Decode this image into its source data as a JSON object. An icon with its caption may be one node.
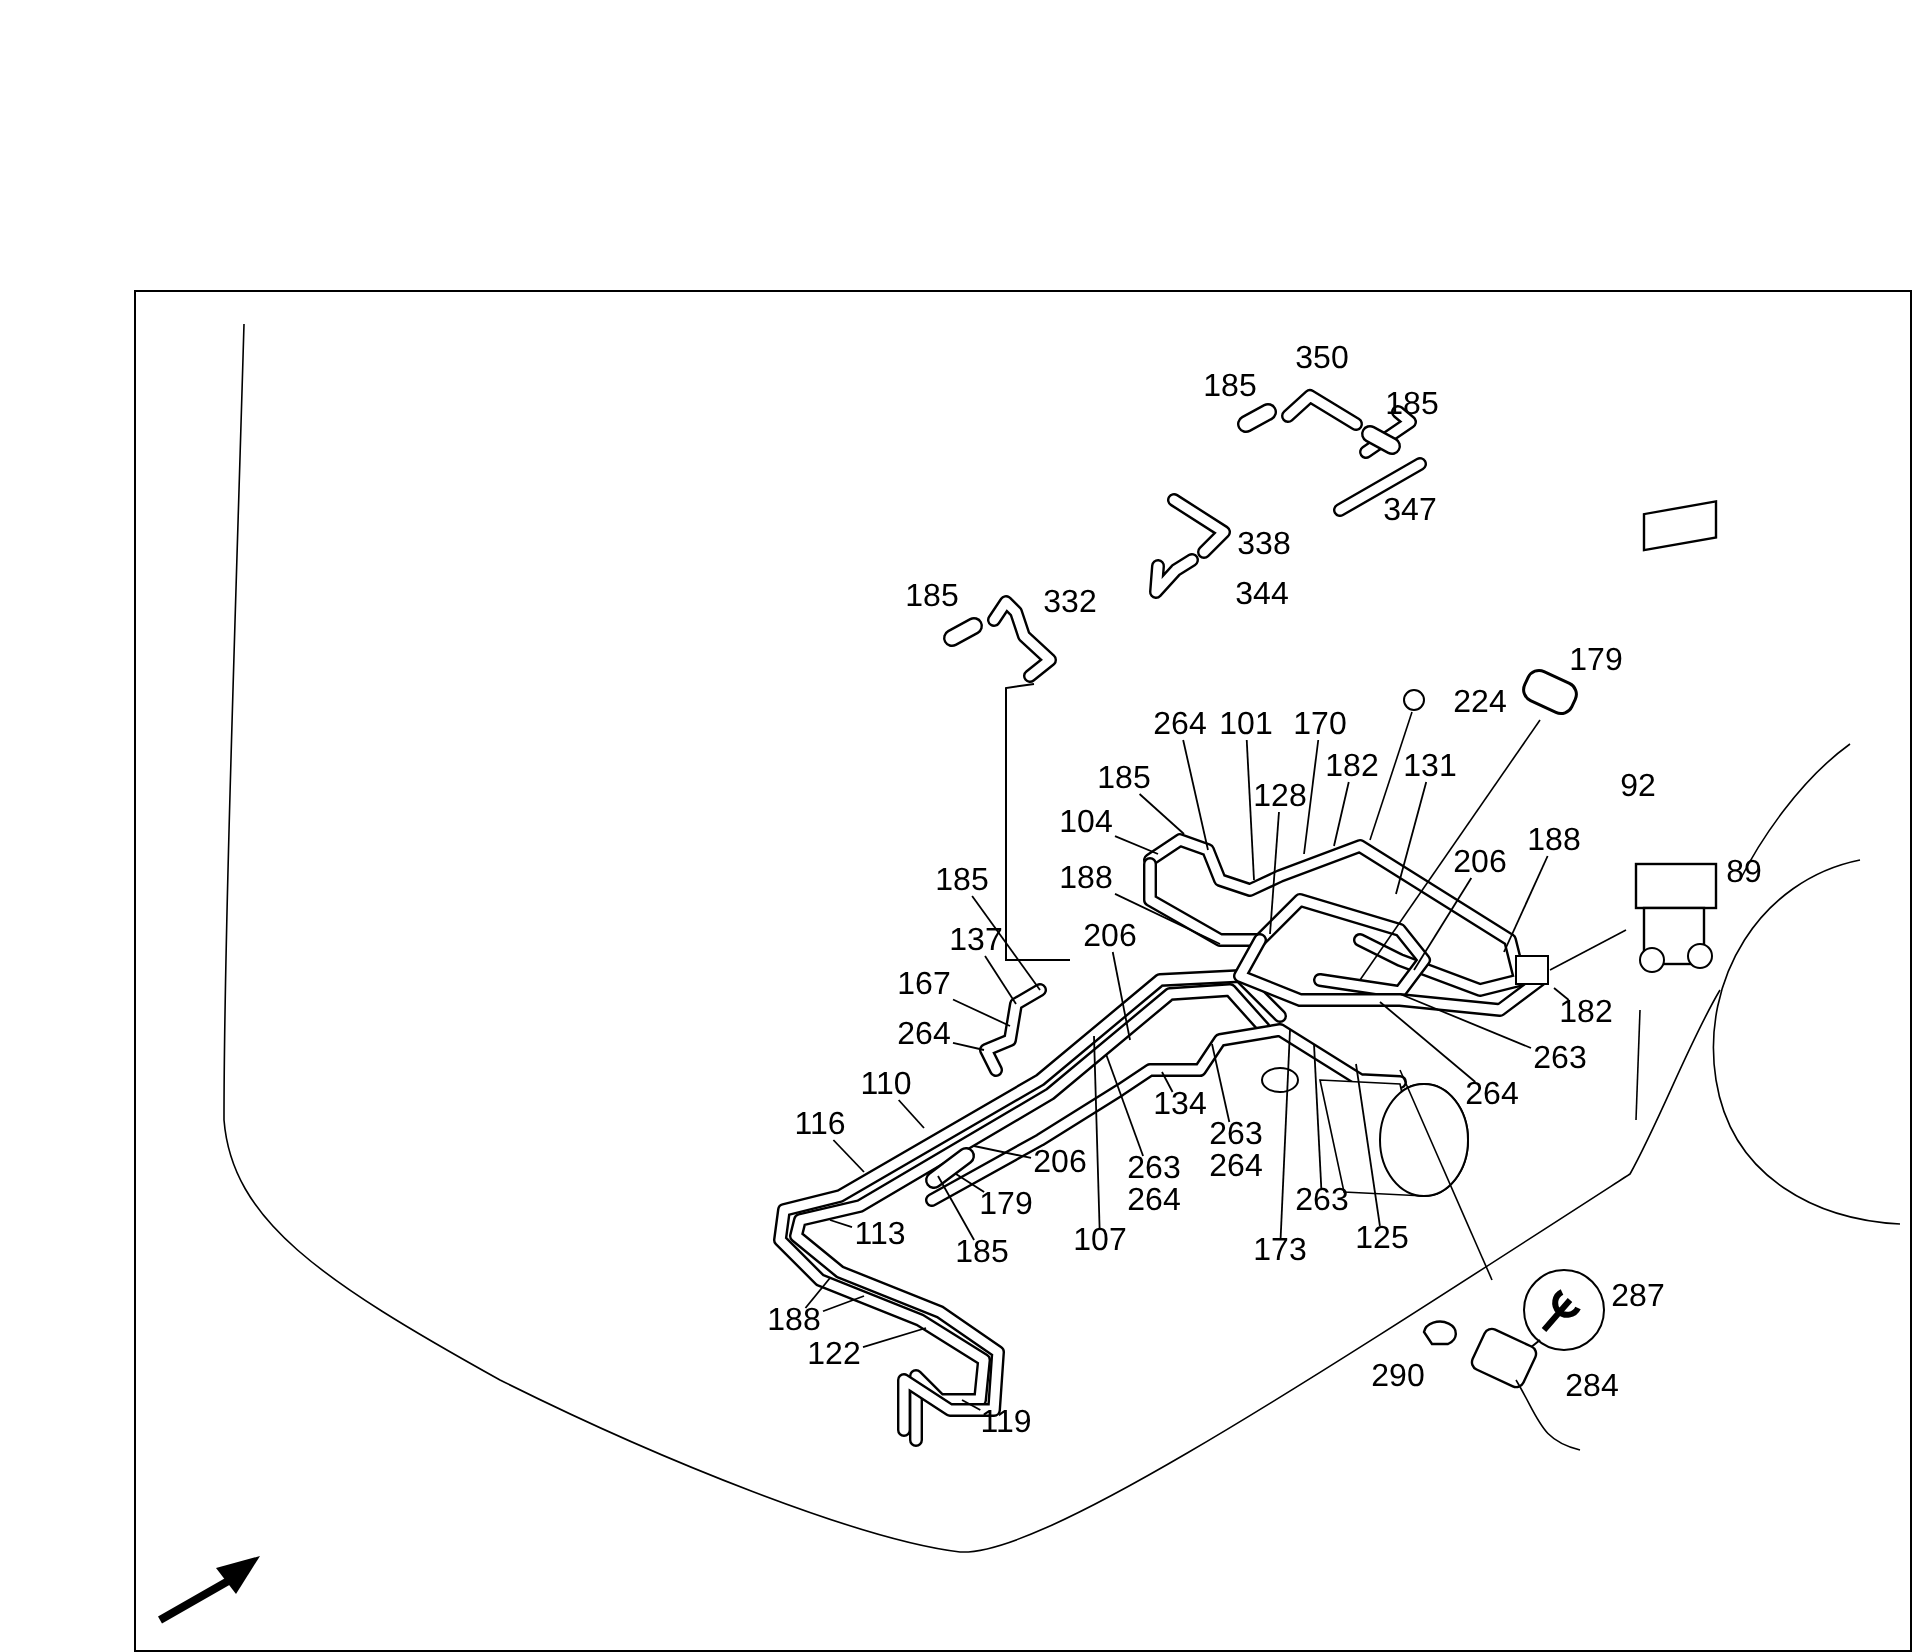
{
  "diagram": {
    "nodes": [
      {
        "text": [
          "264"
        ]
      },
      {
        "text": [
          "101"
        ]
      },
      {
        "text": [
          "170"
        ]
      },
      {
        "text": [
          "182"
        ]
      },
      {
        "text": [
          "131"
        ]
      },
      {
        "text": [
          "185"
        ]
      },
      {
        "text": [
          "128"
        ]
      },
      {
        "text": [
          "104"
        ]
      },
      {
        "text": [
          "188"
        ]
      },
      {
        "text": [
          "188"
        ]
      },
      {
        "text": [
          "185"
        ]
      },
      {
        "text": [
          "206"
        ]
      },
      {
        "text": [
          "137"
        ]
      },
      {
        "text": [
          "206"
        ]
      },
      {
        "text": [
          "167"
        ]
      },
      {
        "text": [
          "182"
        ]
      },
      {
        "text": [
          "264"
        ]
      },
      {
        "text": [
          "263"
        ]
      },
      {
        "text": [
          "264"
        ]
      },
      {
        "text": [
          "110"
        ]
      },
      {
        "text": [
          "134"
        ]
      },
      {
        "text": [
          "116"
        ]
      },
      {
        "text": [
          "263",
          "264"
        ]
      },
      {
        "text": [
          "206"
        ]
      },
      {
        "text": [
          "263",
          "264"
        ]
      },
      {
        "text": [
          "263"
        ]
      },
      {
        "text": [
          "179"
        ]
      },
      {
        "text": [
          "113"
        ]
      },
      {
        "text": [
          "107"
        ]
      },
      {
        "text": [
          "125"
        ]
      },
      {
        "text": [
          "173"
        ]
      },
      {
        "text": [
          "185"
        ]
      },
      {
        "text": [
          "188"
        ]
      },
      {
        "text": [
          "122"
        ]
      },
      {
        "text": [
          "119"
        ]
      }
    ],
    "edges": [
      {
        "from": 0,
        "to": null,
        "arrow": "none"
      },
      {
        "from": 1,
        "to": null,
        "arrow": "none"
      },
      {
        "from": 2,
        "to": null,
        "arrow": "none"
      },
      {
        "from": 3,
        "to": null,
        "arrow": "none"
      },
      {
        "from": 4,
        "to": null,
        "arrow": "none"
      },
      {
        "from": 5,
        "to": null,
        "arrow": "none"
      },
      {
        "from": 6,
        "to": null,
        "arrow": "none"
      },
      {
        "from": 7,
        "to": null,
        "arrow": "none"
      },
      {
        "from": 8,
        "to": null,
        "arrow": "none"
      },
      {
        "from": 9,
        "to": null,
        "arrow": "none"
      },
      {
        "from": 10,
        "to": null,
        "arrow": "none"
      },
      {
        "from": 11,
        "to": null,
        "arrow": "none"
      },
      {
        "from": 12,
        "to": null,
        "arrow": "none"
      },
      {
        "from": 13,
        "to": null,
        "arrow": "none"
      },
      {
        "from": 14,
        "to": null,
        "arrow": "none"
      },
      {
        "from": 15,
        "to": null,
        "arrow": "none"
      },
      {
        "from": 16,
        "to": null,
        "arrow": "none"
      },
      {
        "from": 17,
        "to": null,
        "arrow": "none"
      },
      {
        "from": 18,
        "to": null,
        "arrow": "none"
      },
      {
        "from": 19,
        "to": null,
        "arrow": "none"
      },
      {
        "from": 20,
        "to": null,
        "arrow": "none"
      },
      {
        "from": 21,
        "to": null,
        "arrow": "none"
      },
      {
        "from": 22,
        "to": null,
        "arrow": "none"
      },
      {
        "from": 23,
        "to": null,
        "arrow": "none"
      },
      {
        "from": 24,
        "to": null,
        "arrow": "none"
      },
      {
        "from": 25,
        "to": null,
        "arrow": "none"
      },
      {
        "from": 26,
        "to": null,
        "arrow": "none"
      },
      {
        "from": 27,
        "to": null,
        "arrow": "none"
      },
      {
        "from": 28,
        "to": null,
        "arrow": "none"
      },
      {
        "from": 29,
        "to": null,
        "arrow": "none"
      },
      {
        "from": 30,
        "to": null,
        "arrow": "none"
      },
      {
        "from": 31,
        "to": null,
        "arrow": "none"
      },
      {
        "from": 32,
        "to": null,
        "arrow": "none"
      },
      {
        "from": 32,
        "to": null,
        "arrow": "none"
      },
      {
        "from": 33,
        "to": null,
        "arrow": "none"
      },
      {
        "from": 34,
        "to": null,
        "arrow": "none"
      }
    ],
    "labels": [
      "185",
      "350",
      "185",
      "347",
      "338",
      "344",
      "185",
      "332",
      "224",
      "179",
      "92",
      "89",
      "290",
      "284",
      "287"
    ]
  }
}
